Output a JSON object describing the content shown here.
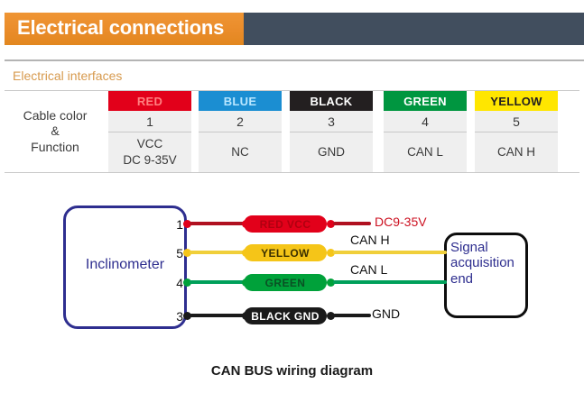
{
  "header": {
    "title": "Electrical connections",
    "accent_color": "#ea8c2a",
    "bar_color": "#414e5e"
  },
  "section": {
    "subtitle": "Electrical interfaces",
    "subtitle_color": "#d79a4e"
  },
  "table": {
    "row_label": [
      "Cable color",
      "&",
      "Function"
    ],
    "columns": [
      {
        "color_name": "RED",
        "swatch_bg": "#e2001a",
        "swatch_fg": "#ff8080",
        "pin": "1",
        "function_line1": "VCC",
        "function_line2": "DC 9-35V"
      },
      {
        "color_name": "BLUE",
        "swatch_bg": "#1b8ed2",
        "swatch_fg": "#b8e6ff",
        "pin": "2",
        "function_line1": "NC",
        "function_line2": ""
      },
      {
        "color_name": "BLACK",
        "swatch_bg": "#231f20",
        "swatch_fg": "#ffffff",
        "pin": "3",
        "function_line1": "GND",
        "function_line2": ""
      },
      {
        "color_name": "GREEN",
        "swatch_bg": "#009640",
        "swatch_fg": "#ffffff",
        "pin": "4",
        "function_line1": "CAN L",
        "function_line2": ""
      },
      {
        "color_name": "YELLOW",
        "swatch_bg": "#ffe600",
        "swatch_fg": "#231f20",
        "pin": "5",
        "function_line1": "CAN H",
        "function_line2": ""
      }
    ]
  },
  "diagram": {
    "caption": "CAN BUS wiring diagram",
    "device_label": "Inclinometer",
    "endpoint_label": "Signal acquisition end",
    "endpoint_lines": [
      "Signal",
      "acquisition",
      "end"
    ],
    "device_border_color": "#2e2e8f",
    "endpoint_border_color": "#0d0d0d",
    "connections": [
      {
        "pin": "1",
        "pill_text": "RED  VCC",
        "pill_bg": "#e2001a",
        "pill_fg": "#b00010",
        "wire_color": "#b01020",
        "dot_color": "#e2001a",
        "tag": "DC9-35V",
        "tag_color": "#cc1020",
        "tag_position": "right-of-wire"
      },
      {
        "pin": "5",
        "pill_text": "YELLOW",
        "pill_bg": "#f5c518",
        "pill_fg": "#3a3000",
        "wire_color": "#f0cf3a",
        "dot_color": "#f5c518",
        "tag": "CAN H",
        "tag_color": "#111111",
        "tag_position": "above-wire"
      },
      {
        "pin": "4",
        "pill_text": "GREEN",
        "pill_bg": "#00a13a",
        "pill_fg": "#0a5024",
        "wire_color": "#00a05a",
        "dot_color": "#00a13a",
        "tag": "CAN L",
        "tag_color": "#111111",
        "tag_position": "above-wire"
      },
      {
        "pin": "3",
        "pill_text": "BLACK  GND",
        "pill_bg": "#1a1a1a",
        "pill_fg": "#ffffff",
        "wire_color": "#1a1a1a",
        "dot_color": "#1a1a1a",
        "tag": "GND",
        "tag_color": "#111111",
        "tag_position": "right-of-wire"
      }
    ]
  }
}
